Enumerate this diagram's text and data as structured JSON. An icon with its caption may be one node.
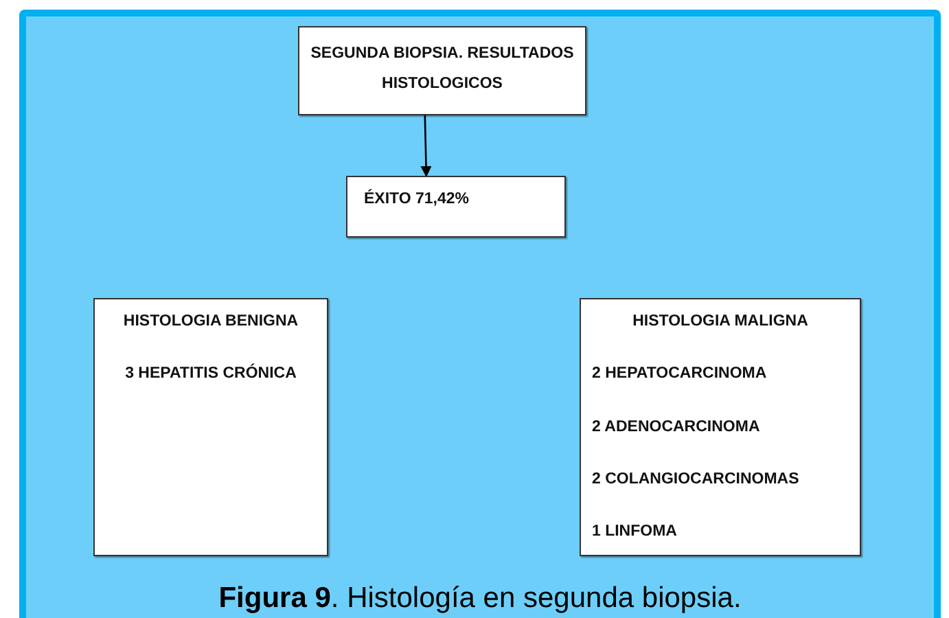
{
  "diagram": {
    "caption": "**Figura 9**. Histología en segunda biopsia.",
    "nodes": [
      {
        "text": [
          "SEGUNDA BIOPSIA. RESULTADOS HISTOLOGICOS"
        ]
      },
      {
        "text": [
          "ÉXITO 71,42%"
        ]
      },
      {
        "text": [
          "HISTOLOGIA BENIGNA",
          "3 HEPATITIS CRÓNICA"
        ]
      },
      {
        "text": [
          "HISTOLOGIA MALIGNA",
          "2 HEPATOCARCINOMA",
          "2 ADENOCARCINOMA",
          "2 COLANGIOCARCINOMAS",
          "1 LINFOMA"
        ]
      }
    ],
    "edges": [
      {
        "from": 0,
        "to": 1,
        "arrow": "to"
      }
    ]
  }
}
